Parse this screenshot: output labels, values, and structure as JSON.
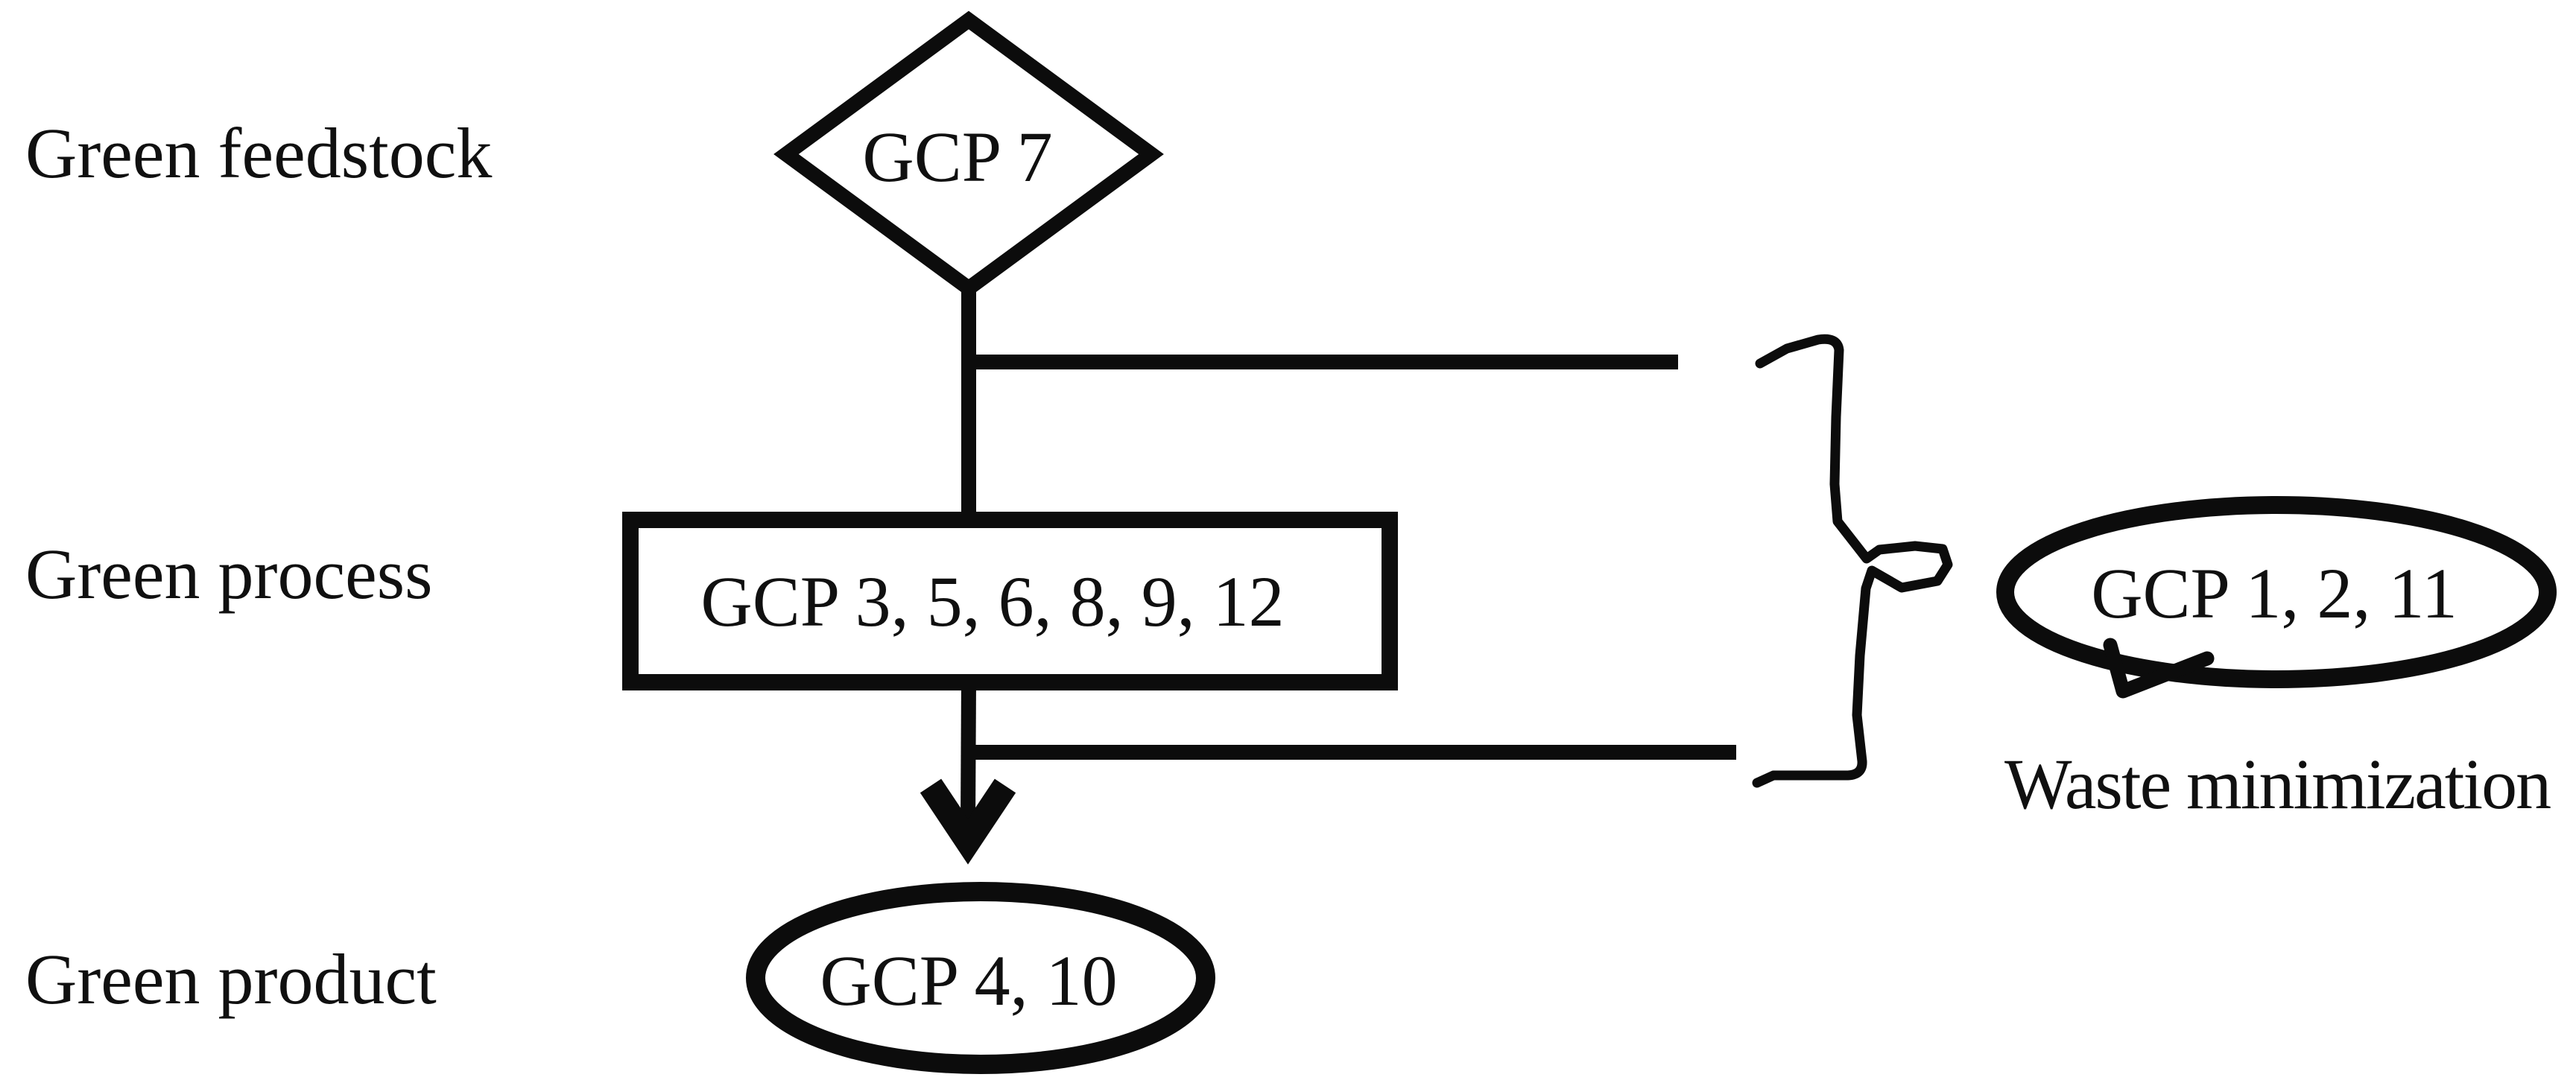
{
  "colors": {
    "ink": "#0c0c0c",
    "background": "#ffffff"
  },
  "row_labels": {
    "feedstock": "Green feedstock",
    "process": "Green process",
    "product": "Green product"
  },
  "nodes": {
    "feedstock_diamond": {
      "shape": "diamond",
      "label": "GCP 7"
    },
    "process_rectangle": {
      "shape": "rectangle",
      "label": "GCP 3, 5, 6, 8, 9, 12"
    },
    "product_ellipse": {
      "shape": "ellipse",
      "label": "GCP 4, 10"
    },
    "waste_bubble": {
      "shape": "speech-bubble",
      "label": "GCP 1, 2, 11"
    }
  },
  "annotations": {
    "waste": "Waste minimization"
  }
}
